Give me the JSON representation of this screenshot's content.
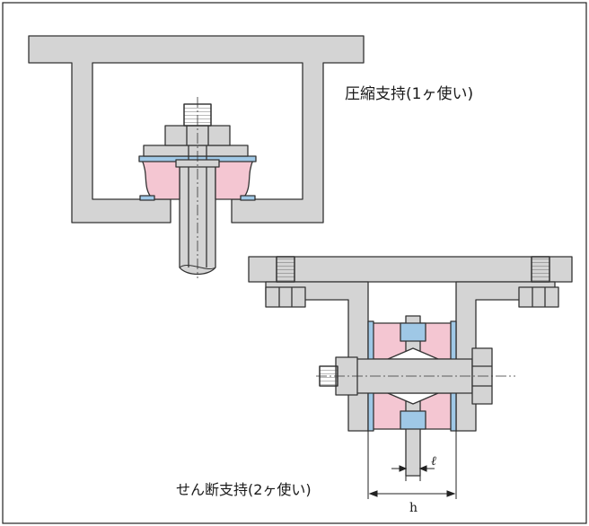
{
  "labels": {
    "compression": "圧縮支持(1ヶ使い)",
    "shear": "せん断支持(2ヶ使い)"
  },
  "dimensions": {
    "gap": "ℓ",
    "width": "h"
  },
  "colors": {
    "steel": "#d4d4d4",
    "steel_dark": "#bdbdbd",
    "rubber": "#f4c6d2",
    "plate": "#9fc8e6",
    "outline": "#333333",
    "frame": "#222222"
  }
}
